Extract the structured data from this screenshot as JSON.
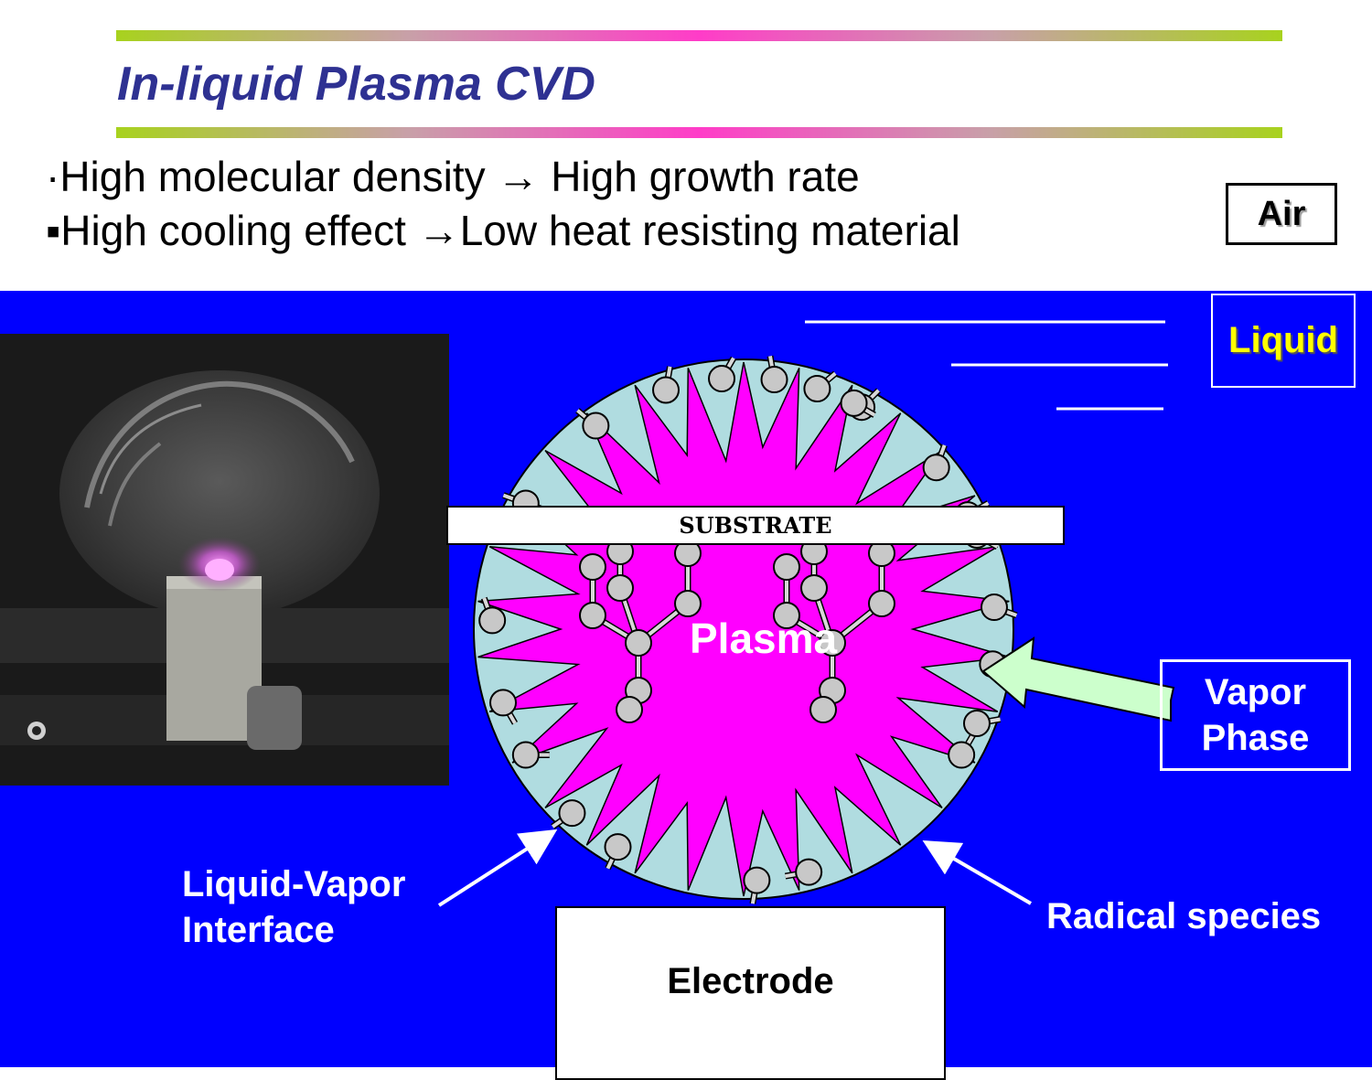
{
  "slide": {
    "title": "In-liquid Plasma CVD",
    "bullets": [
      "·High molecular density → High growth rate",
      "▪High cooling effect →Low heat resisting material"
    ]
  },
  "labels": {
    "air": "Air",
    "liquid": "Liquid",
    "vapor_phase": "Vapor\nPhase",
    "substrate": "SUBSTRATE",
    "plasma": "Plasma",
    "electrode": "Electrode",
    "liquid_vapor_interface": [
      "Liquid-Vapor",
      "Interface"
    ],
    "radical_species": "Radical species"
  },
  "colors": {
    "title": "#2e3192",
    "liquid_background": "#0000ff",
    "plasma": "#ff00ff",
    "vapor_shell": "#b0dce0",
    "liquid_label": "#ffff00",
    "vapor_arrow": "#ccffcc"
  }
}
